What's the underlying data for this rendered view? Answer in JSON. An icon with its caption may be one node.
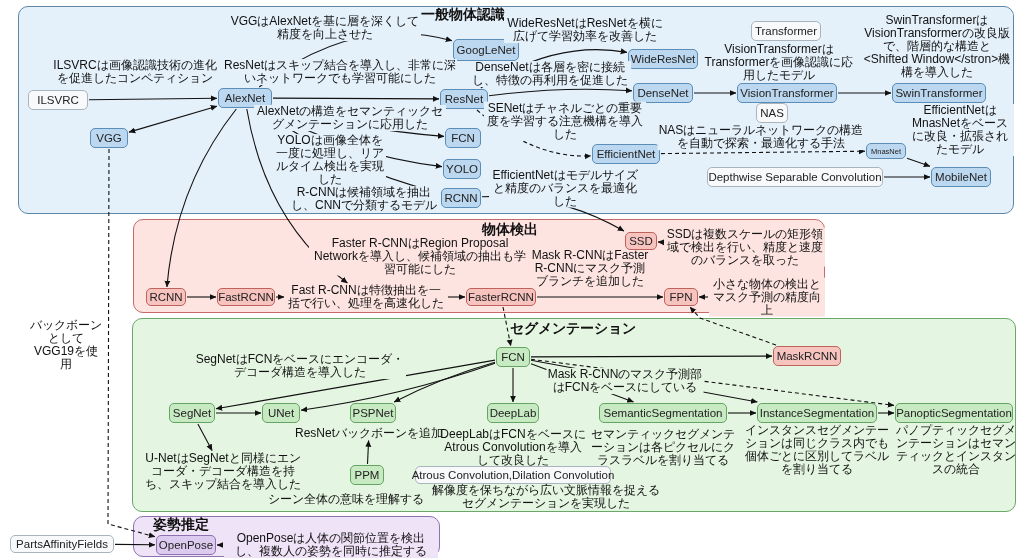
{
  "diagram": {
    "nodes": [
      {
        "text": [
          "一般物体認識"
        ]
      },
      {
        "text": [
          "ILSVRC"
        ],
        "in": 0
      },
      {
        "text": [
          "AlexNet"
        ],
        "in": 0
      },
      {
        "text": [
          "VGG"
        ],
        "in": 0
      },
      {
        "text": [
          "GoogLeNet"
        ],
        "in": 0
      },
      {
        "text": [
          "ResNet"
        ],
        "in": 0
      },
      {
        "text": [
          "FCN"
        ],
        "in": 0
      },
      {
        "text": [
          "YOLO"
        ],
        "in": 0
      },
      {
        "text": [
          "RCNN"
        ],
        "in": 0
      },
      {
        "text": [
          "WideResNet"
        ],
        "in": 0
      },
      {
        "text": [
          "DenseNet"
        ],
        "in": 0
      },
      {
        "text": [
          "EfficientNet"
        ],
        "in": 0
      },
      {
        "text": [
          "Transformer"
        ],
        "in": 0
      },
      {
        "text": [
          "VisionTransformer"
        ],
        "in": 0,
        "beside": [
          "VisionTransformerはTransformerを画像認識に応用したモデル"
        ]
      },
      {
        "text": [
          "SwinTransformer"
        ],
        "in": 0
      },
      {
        "text": [
          "NAS"
        ],
        "in": 0
      },
      {
        "text": [
          "MnasNet"
        ],
        "in": 0
      },
      {
        "text": [
          "Depthwise Separable Convolution"
        ],
        "in": 0
      },
      {
        "text": [
          "MobileNet"
        ],
        "in": 0
      },
      {
        "text": [
          "物体検出"
        ]
      },
      {
        "text": [
          "SSD"
        ],
        "in": 19
      },
      {
        "text": [
          "SSDは複数スケールの矩形領域で検出を行い、精度と速度のバランスを取った"
        ],
        "in": 19
      },
      {
        "text": [
          "RCNN"
        ],
        "in": 19
      },
      {
        "text": [
          "FastRCNN"
        ],
        "in": 19
      },
      {
        "text": [
          "Fast R-CNNは特徴抽出を一括で行い、処理を高速化した"
        ],
        "in": 19
      },
      {
        "text": [
          "FasterRCNN"
        ],
        "in": 19
      },
      {
        "text": [
          "FPN"
        ],
        "in": 19
      },
      {
        "text": [
          "小さな物体の検出とマスク予測の精度向上"
        ],
        "in": 19
      },
      {
        "text": [
          "セグメンテーション"
        ]
      },
      {
        "text": [
          "FCN"
        ],
        "in": 28
      },
      {
        "text": [
          "MaskRCNN"
        ],
        "in": 28
      },
      {
        "text": [
          "SegNet"
        ],
        "in": 28
      },
      {
        "text": [
          "UNet"
        ],
        "in": 28
      },
      {
        "text": [
          "PSPNet"
        ],
        "in": 28,
        "beside": [
          "ResNetバックボーンを追加"
        ]
      },
      {
        "text": [
          "DeepLab"
        ],
        "in": 28,
        "beside": [
          "DeepLabはFCNをベースにAtrous Convolutionを導入して改良した"
        ]
      },
      {
        "text": [
          "SemanticSegmentation"
        ],
        "in": 28,
        "beside": [
          "セマンティックセグメンテーションは各ピクセルにクラスラベルを割り当てる"
        ]
      },
      {
        "text": [
          "InstanceSegmentation"
        ],
        "in": 28,
        "beside": [
          "インスタンスセグメンテーションは同じクラス内でも個体ごとに区別してラベルを割り当てる"
        ]
      },
      {
        "text": [
          "PanopticSegmentation"
        ],
        "in": 28,
        "beside": [
          "パノプティックセグメンテーションはセマンティックとインスタンスの統合"
        ]
      },
      {
        "text": [
          "U-NetはSegNetと同様にエンコーダ・デコーダ構造を持ち、スキップ結合を導入した"
        ],
        "in": 28
      },
      {
        "text": [
          "PPM"
        ],
        "in": 28,
        "beside": [
          "シーン全体の意味を理解する"
        ]
      },
      {
        "text": [
          "Atrous Convolution,Dilation Convolution"
        ],
        "in": 28,
        "beside": [
          "解像度を保ちながら広い文脈情報を捉えるセグメンテーションを実現した"
        ]
      },
      {
        "text": [
          "姿勢推定"
        ]
      },
      {
        "text": [
          "PartsAffinityFields"
        ]
      },
      {
        "text": [
          "OpenPose"
        ],
        "in": 41
      },
      {
        "text": [
          "OpenPoseは人体の関節位置を検出し、複数人の姿勢を同時に推定する"
        ],
        "in": 41
      }
    ],
    "edges": [
      {
        "from": 1,
        "to": 2,
        "arrow": "to",
        "label": "ILSVRCは画像認識技術の進化を促進したコンペティション"
      },
      {
        "from": 2,
        "to": 3,
        "arrow": "both"
      },
      {
        "from": 2,
        "to": 4,
        "arrow": "to",
        "label": "VGGはAlexNetを基に層を深くして精度を向上させた"
      },
      {
        "from": 2,
        "to": 5,
        "arrow": "to",
        "label": "ResNetはスキップ結合を導入し、非常に深いネットワークでも学習可能にした"
      },
      {
        "from": 2,
        "to": 6,
        "arrow": "to",
        "label": "AlexNetの構造をセマンティックセグメンテーションに応用した"
      },
      {
        "from": 2,
        "to": 7,
        "arrow": "to",
        "label": "YOLOは画像全体を一度に処理し、リアルタイム検出を実現した"
      },
      {
        "from": 2,
        "to": 8,
        "arrow": "to",
        "label": "R-CNNは候補領域を抽出し、CNNで分類するモデル"
      },
      {
        "from": 5,
        "to": 9,
        "arrow": "to",
        "label": "WideResNetはResNetを横に広げて学習効率を改善した"
      },
      {
        "from": 5,
        "to": 10,
        "arrow": "to",
        "label": "DenseNetは各層を密に接続し、特徴の再利用を促進した"
      },
      {
        "from": 5,
        "to": 11,
        "arrow": "to",
        "style": "dashed",
        "label": "SENetはチャネルごとの重要度を学習する注意機構を導入した"
      },
      {
        "from": 10,
        "to": 13,
        "arrow": "to"
      },
      {
        "from": 13,
        "to": 14,
        "arrow": "to",
        "label": "SwinTransformerはVisionTransformerの改良版で、階層的な構造と<Shifted Window</stron>機構を導入した"
      },
      {
        "from": 11,
        "to": 16,
        "arrow": "to",
        "style": "dashed",
        "label": "NASはニューラルネットワークの構造を自動で探索・最適化する手法"
      },
      {
        "from": 16,
        "to": 18,
        "arrow": "to",
        "label": "EfficientNetはMnasNetをベースに改良・拡張されたモデル"
      },
      {
        "from": 17,
        "to": 18,
        "arrow": "to"
      },
      {
        "from": 8,
        "to": 20,
        "arrow": "to"
      },
      {
        "from": 2,
        "to": 22,
        "arrow": "to"
      },
      {
        "from": 2,
        "to": 24,
        "arrow": "to"
      },
      {
        "from": 21,
        "to": 20,
        "arrow": "to"
      },
      {
        "from": 22,
        "to": 23,
        "arrow": "to"
      },
      {
        "from": 23,
        "to": 24,
        "arrow": "to"
      },
      {
        "from": 24,
        "to": 25,
        "arrow": "to"
      },
      {
        "from": 25,
        "to": 26,
        "arrow": "to",
        "label": "Mask R-CNNはFaster R-CNNにマスク予測ブランチを追加した"
      },
      {
        "from": 27,
        "to": 26,
        "arrow": "to"
      },
      {
        "from": 30,
        "to": 26,
        "arrow": "to",
        "style": "dashed"
      },
      {
        "from": 25,
        "to": 29,
        "arrow": "to",
        "style": "dashed"
      },
      {
        "from": 3,
        "to": 43,
        "arrow": "to",
        "style": "dashed",
        "label": "バックボーンとしてVGG19を使用"
      },
      {
        "from": 29,
        "to": 30,
        "arrow": "to"
      },
      {
        "from": 29,
        "to": 31,
        "arrow": "to",
        "label": "SegNetはFCNをベースにエンコーダ・デコーダ構造を導入した"
      },
      {
        "from": 29,
        "to": 32,
        "arrow": "to"
      },
      {
        "from": 29,
        "to": 33,
        "arrow": "to"
      },
      {
        "from": 29,
        "to": 34,
        "arrow": "to"
      },
      {
        "from": 29,
        "to": 35,
        "arrow": "to"
      },
      {
        "from": 29,
        "to": 36,
        "arrow": "to",
        "label": "Mask R-CNNのマスク予測部はFCNをベースにしている"
      },
      {
        "from": 29,
        "to": 37,
        "arrow": "to",
        "style": "dashed"
      },
      {
        "from": 31,
        "to": 32,
        "arrow": "to"
      },
      {
        "from": 31,
        "to": 38,
        "arrow": "to"
      },
      {
        "from": 39,
        "to": 33,
        "arrow": "to"
      },
      {
        "from": 35,
        "to": 36,
        "arrow": "to"
      },
      {
        "from": 36,
        "to": 37,
        "arrow": "to"
      },
      {
        "from": 42,
        "to": 43,
        "arrow": "to"
      },
      {
        "from": 44,
        "to": 43,
        "arrow": "to"
      }
    ],
    "labels": [
      "EfficientNetはモデルサイズと精度のバランスを最適化した",
      "Faster R-CNNはRegion Proposal Networkを導入し、候補領域の抽出も学習可能にした"
    ]
  }
}
